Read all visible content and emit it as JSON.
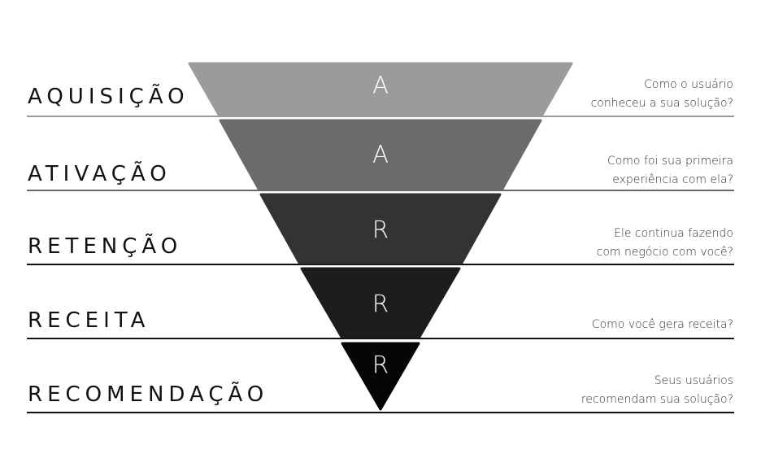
{
  "stages": [
    {
      "label": "AQUISIÇÃO",
      "letter": "A",
      "question_lines": [
        "Como o usuário",
        "conheceu a sua solução?"
      ],
      "color": "#9b9b9b"
    },
    {
      "label": "ATIVAÇÃO",
      "letter": "A",
      "question_lines": [
        "Como foi sua primeira",
        "experiência com ela?"
      ],
      "color": "#6b6b6b"
    },
    {
      "label": "RETENÇÃO",
      "letter": "R",
      "question_lines": [
        "Ele continua fazendo",
        "com negócio com você?"
      ],
      "color": "#333333"
    },
    {
      "label": "RECEITA",
      "letter": "R",
      "question_lines": [
        "Como você gera receita?"
      ],
      "color": "#1d1d1d"
    },
    {
      "label": "RECOMENDAÇÃO",
      "letter": "R",
      "question_lines": [
        "Seus usuários",
        "recomendam sua solução?"
      ],
      "color": "#050505"
    }
  ],
  "line_colors": {
    "top": "#9a9a9a",
    "mid": "#6a6a6a",
    "dark": "#111111"
  }
}
